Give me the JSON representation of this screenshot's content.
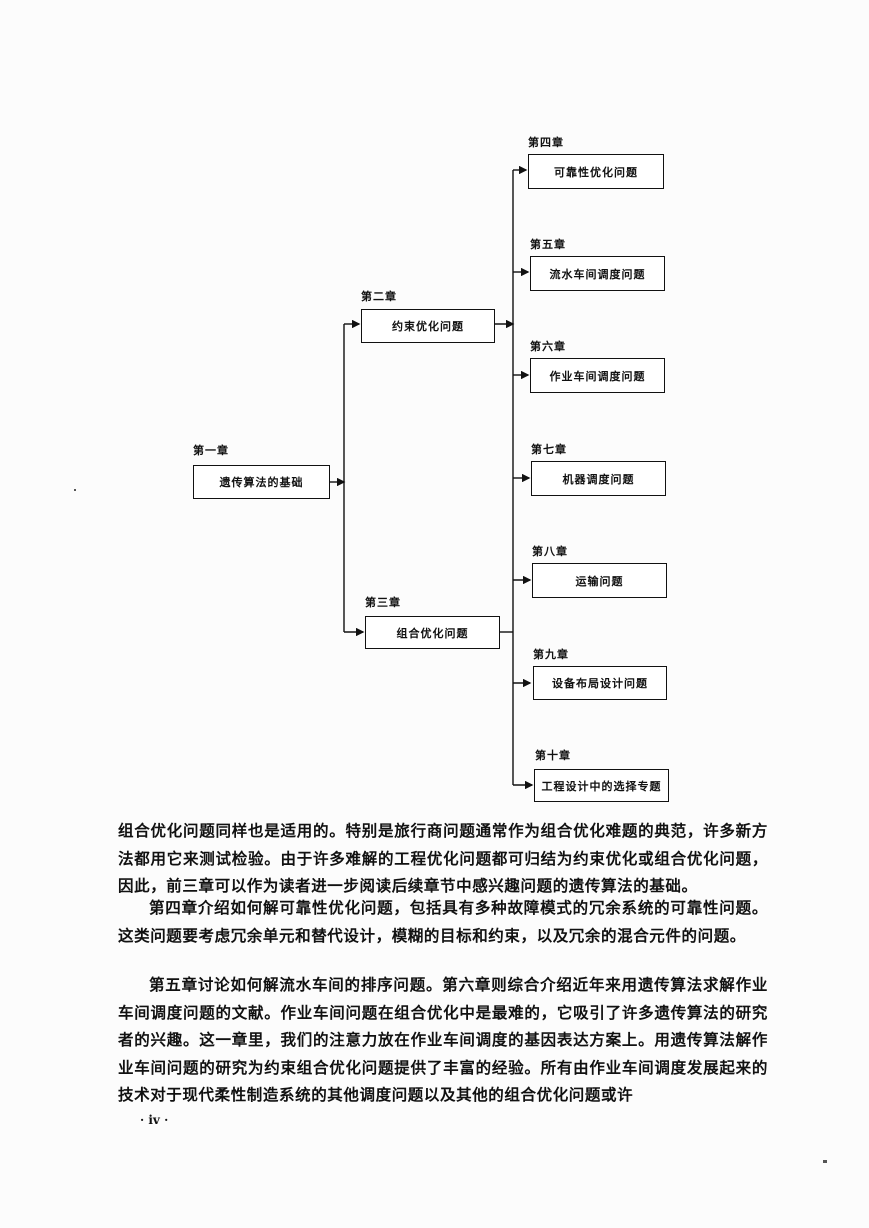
{
  "diagram": {
    "chapters": [
      {
        "label": "第一章",
        "title": "遗传算法的基础"
      },
      {
        "label": "第二章",
        "title": "约束优化问题"
      },
      {
        "label": "第三章",
        "title": "组合优化问题"
      },
      {
        "label": "第四章",
        "title": "可靠性优化问题"
      },
      {
        "label": "第五章",
        "title": "流水车间调度问题"
      },
      {
        "label": "第六章",
        "title": "作业车间调度问题"
      },
      {
        "label": "第七章",
        "title": "机器调度问题"
      },
      {
        "label": "第八章",
        "title": "运输问题"
      },
      {
        "label": "第九章",
        "title": "设备布局设计问题"
      },
      {
        "label": "第十章",
        "title": "工程设计中的选择专题"
      }
    ]
  },
  "text": {
    "paragraphs": [
      "组合优化问题同样也是适用的。特别是旅行商问题通常作为组合优化难题的典范，许多新方法都用它来测试检验。由于许多难解的工程优化问题都可归结为约束优化或组合优化问题，因此，前三章可以作为读者进一步阅读后续章节中感兴趣问题的遗传算法的基础。",
      "第四章介绍如何解可靠性优化问题，包括具有多种故障模式的冗余系统的可靠性问题。这类问题要考虑冗余单元和替代设计，模糊的目标和约束，以及冗余的混合元件的问题。",
      "第五章讨论如何解流水车间的排序问题。第六章则综合介绍近年来用遗传算法求解作业车间调度问题的文献。作业车间问题在组合优化中是最难的，它吸引了许多遗传算法的研究者的兴趣。这一章里，我们的注意力放在作业车间调度的基因表达方案上。用遗传算法解作业车间问题的研究为约束组合优化问题提供了丰富的经验。所有由作业车间调度发展起来的技术对于现代柔性制造系统的其他调度问题以及其他的组合优化问题或许"
    ]
  },
  "page_number": "· iv ·"
}
